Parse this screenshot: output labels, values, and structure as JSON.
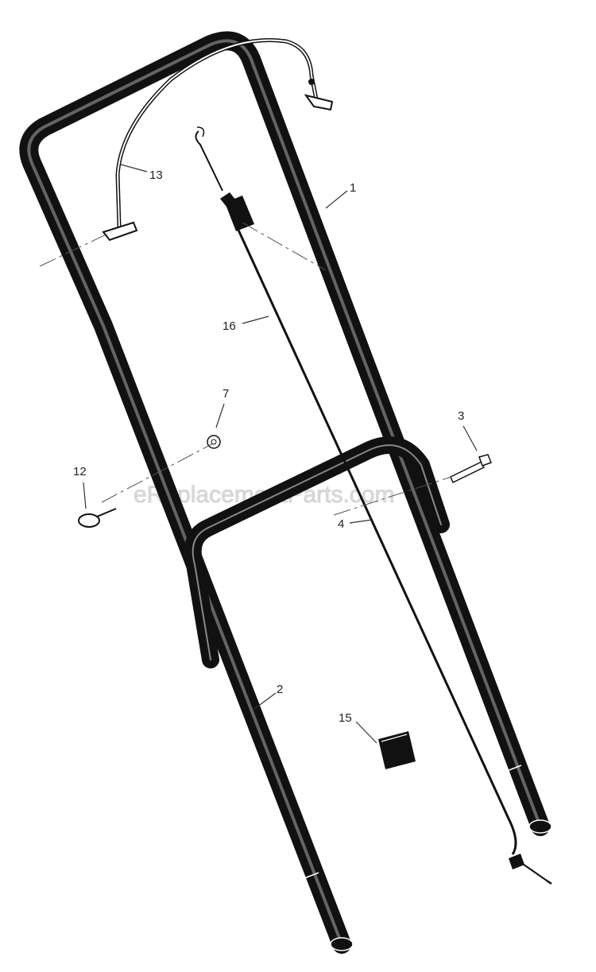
{
  "watermark": "eReplacementParts.com",
  "colors": {
    "background": "#ffffff",
    "ink": "#111111",
    "watermark": "#dcdcdc"
  },
  "parts": [
    {
      "id": "upper-handle",
      "label": "1"
    },
    {
      "id": "lower-handle",
      "label": "2"
    },
    {
      "id": "bolt",
      "label": "3"
    },
    {
      "id": "spacer",
      "label": "4"
    },
    {
      "id": "knob",
      "label": "7"
    },
    {
      "id": "eye-bolt",
      "label": "12"
    },
    {
      "id": "control-bail",
      "label": "13"
    },
    {
      "id": "cable-tie",
      "label": "15"
    },
    {
      "id": "control-cable",
      "label": "16"
    }
  ]
}
